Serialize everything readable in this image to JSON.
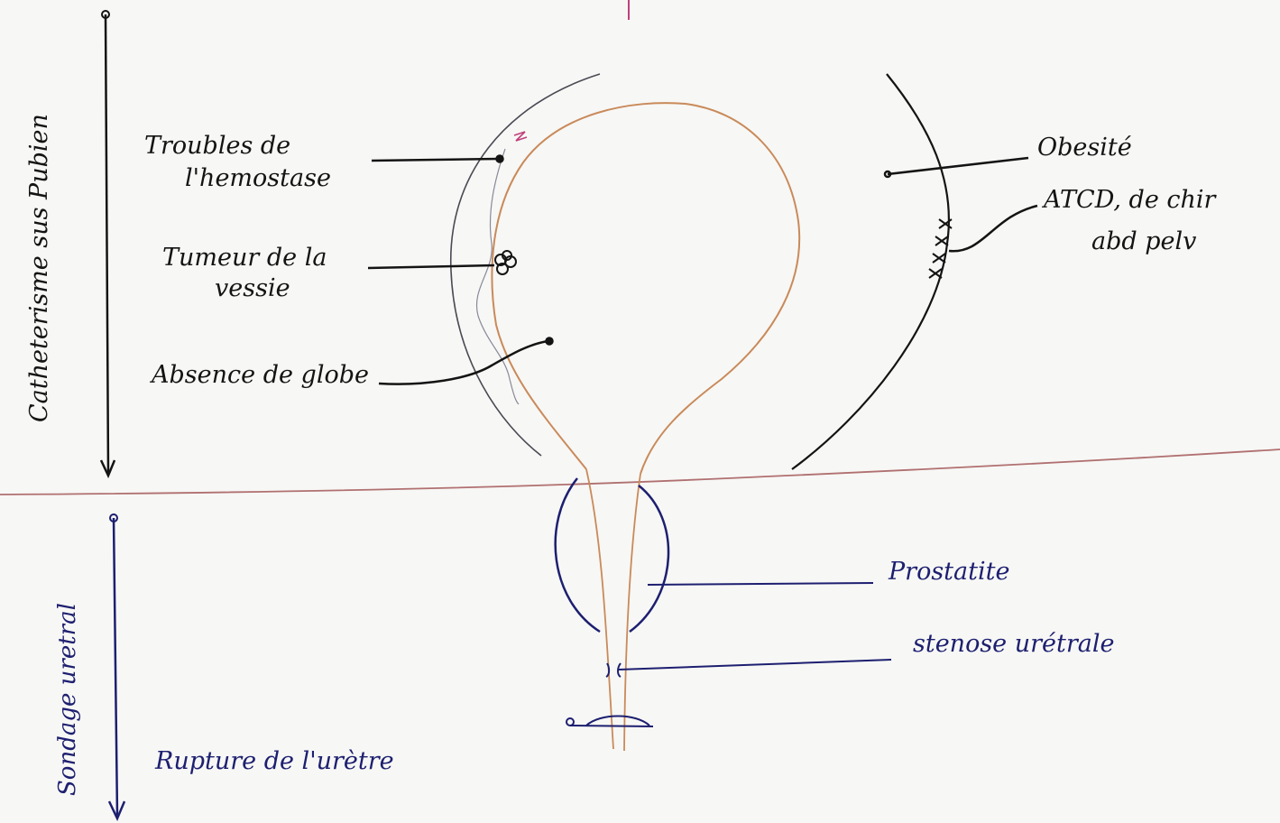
{
  "labels": {
    "left_top_axis": "Catheterisme sus Pubien",
    "left_bottom_axis": "Sondage uretral",
    "troubles_l1": "Troubles de",
    "troubles_l2": "l'hemostase",
    "tumeur_l1": "Tumeur de la",
    "tumeur_l2": "vessie",
    "absence": "Absence de globe",
    "obesite": "Obesité",
    "atcd_l1": "ATCD, de chir",
    "atcd_l2": "abd pelv",
    "prostatite": "Prostatite",
    "stenose": "stenose urétrale",
    "rupture": "Rupture de l'urètre"
  },
  "colors": {
    "ink_black": "#141414",
    "ink_blue": "#1d1f70",
    "bladder_outline": "#c98a5a",
    "wall_outline": "#4a4a55",
    "red_line": "#b07070",
    "magenta_mark": "#c0407a"
  }
}
